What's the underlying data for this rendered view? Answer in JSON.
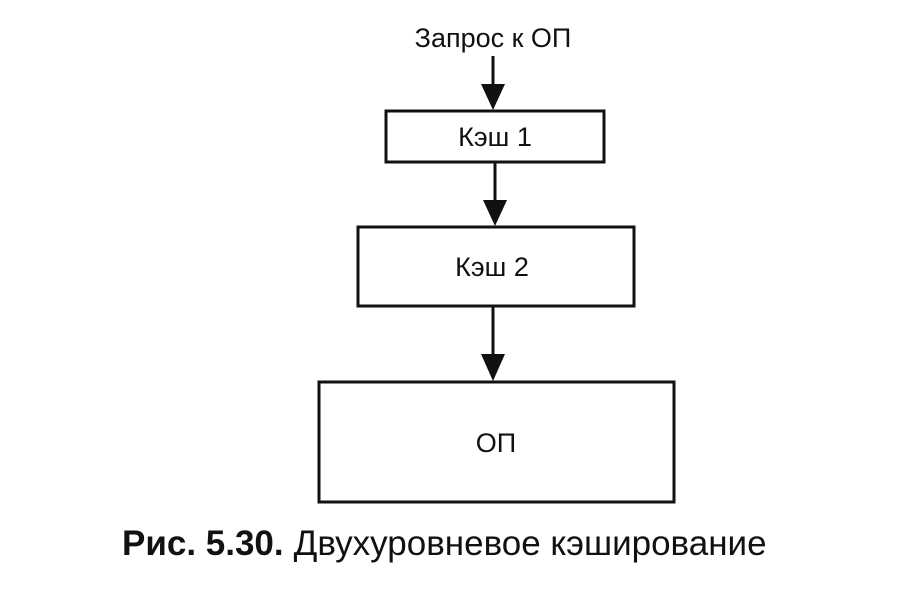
{
  "request": {
    "label": "Запрос к ОП"
  },
  "boxes": {
    "cache1": "Кэш 1",
    "cache2": "Кэш 2",
    "memory": "ОП"
  },
  "caption": {
    "number": "Рис. 5.30.",
    "text": "Двухуровневое кэширование"
  },
  "colors": {
    "stroke": "#111111",
    "background": "#ffffff"
  }
}
